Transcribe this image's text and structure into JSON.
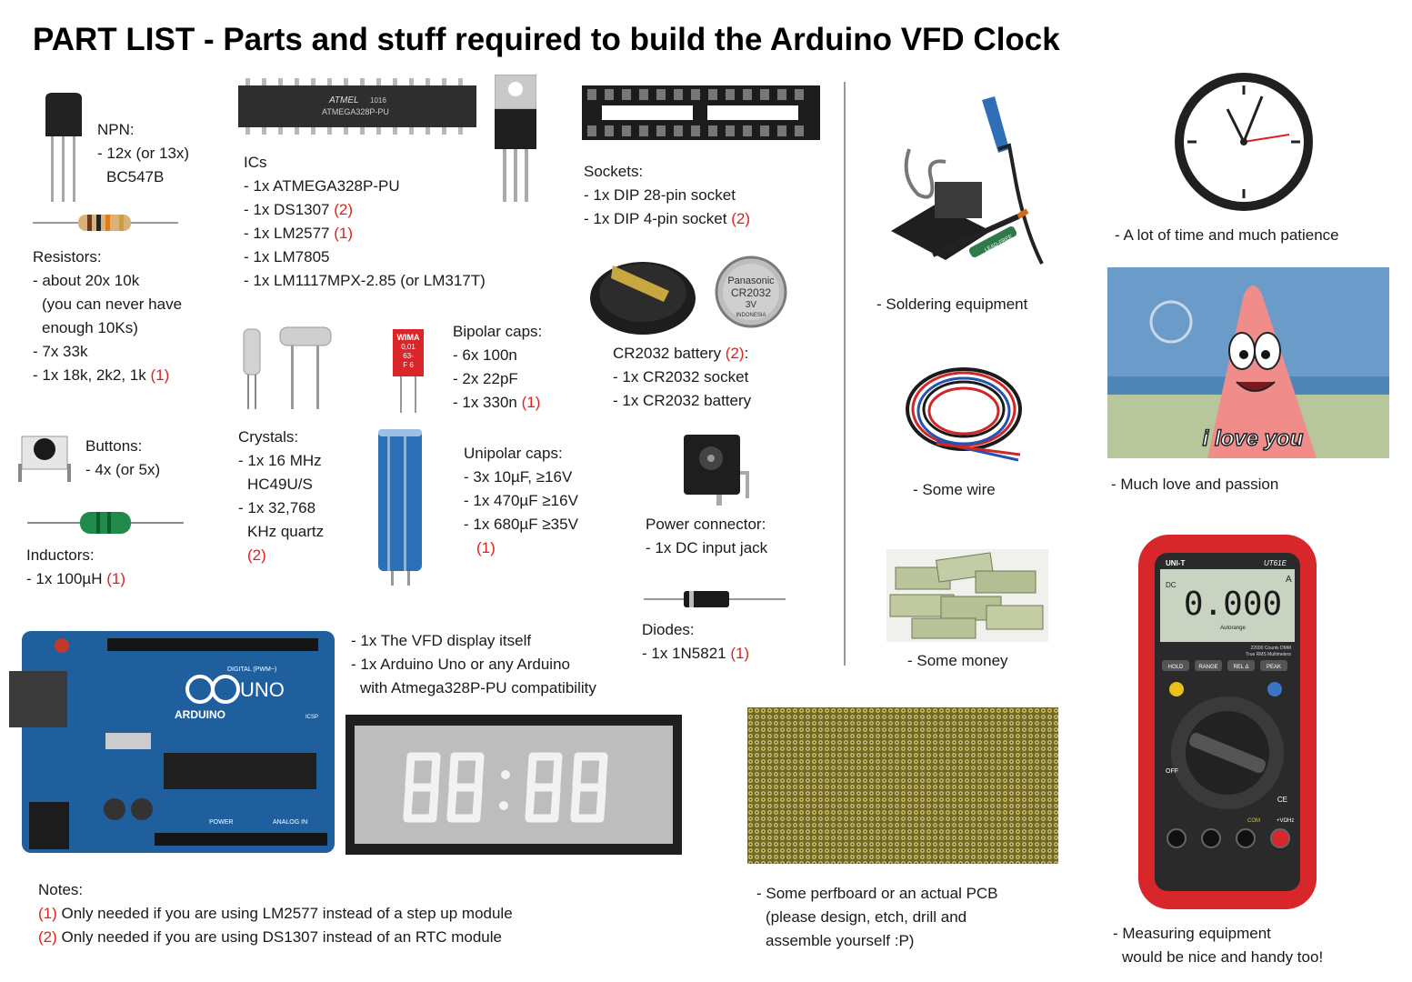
{
  "title": "PART LIST - Parts and stuff required to build the Arduino VFD Clock",
  "npn": {
    "heading": "NPN:",
    "l1": "- 12x (or 13x)",
    "l2": "BC547B"
  },
  "ics": {
    "heading": "ICs",
    "l1": "- 1x ATMEGA328P-PU",
    "l2": "- 1x DS1307 ",
    "l2n": "(2)",
    "l3": "- 1x LM2577 ",
    "l3n": "(1)",
    "l4": "- 1x LM7805",
    "l5": "- 1x LM1117MPX-2.85 (or LM317T)",
    "chip_brand": "ATMEL",
    "chip_part": "ATMEGA328P-PU",
    "chip_code": "1016"
  },
  "sockets": {
    "heading": "Sockets:",
    "l1": "- 1x DIP 28-pin socket",
    "l2": "- 1x DIP 4-pin socket ",
    "l2n": "(2)"
  },
  "resistors": {
    "heading": "Resistors:",
    "l1": "- about 20x 10k",
    "l2": "(you can never have",
    "l3": "enough 10Ks)",
    "l4": "- 7x 33k",
    "l5": "- 1x 18k, 2k2, 1k ",
    "l5n": "(1)"
  },
  "bipolar": {
    "heading": "Bipolar caps:",
    "l1": "- 6x 100n",
    "l2": "- 2x 22pF",
    "l3": "- 1x 330n ",
    "l3n": "(1)",
    "cap_l1": "WIMA",
    "cap_l2": "0,01",
    "cap_l3": "63-",
    "cap_l4": "F 6"
  },
  "battery": {
    "heading": "CR2032 battery ",
    "headingn": "(2)",
    "colon": ":",
    "l1": "- 1x CR2032 socket",
    "l2": "- 1x CR2032 battery",
    "cell_brand": "Panasonic",
    "cell_model": "CR2032",
    "cell_volt": "3V",
    "cell_origin": "INDONESIA"
  },
  "buttons": {
    "heading": "Buttons:",
    "l1": "- 4x (or 5x)"
  },
  "crystals": {
    "heading": "Crystals:",
    "l1": "- 1x 16 MHz",
    "l2": "HC49U/S",
    "l3": "- 1x 32,768",
    "l4": "KHz quartz",
    "l5n": "(2)"
  },
  "unipolar": {
    "heading": "Unipolar caps:",
    "l1": "- 3x 10µF, ≥16V",
    "l2": "- 1x 470µF ≥16V",
    "l3": "- 1x 680µF ≥35V",
    "l4n": "(1)"
  },
  "power": {
    "heading": "Power connector:",
    "l1": "- 1x DC input jack"
  },
  "inductors": {
    "heading": "Inductors:",
    "l1": "- 1x 100µH ",
    "l1n": "(1)"
  },
  "diodes": {
    "heading": "Diodes:",
    "l1": "- 1x 1N5821 ",
    "l1n": "(1)"
  },
  "display": {
    "l1": "- 1x The VFD display itself",
    "l2": "- 1x Arduino Uno or any Arduino",
    "l3": "with Atmega328P-PU compatibility"
  },
  "arduino": {
    "uno": "UNO",
    "brand": "ARDUINO",
    "digital": "DIGITAL (PWM~)",
    "power": "POWER",
    "analog": "ANALOG IN",
    "icsp": "ICSP"
  },
  "notes": {
    "heading": "Notes:",
    "n1": "(1)",
    "t1": " Only needed if you are using LM2577 instead of a step up module",
    "n2": "(2)",
    "t2": " Only needed if you are using DS1307 instead of an RTC module"
  },
  "right": {
    "soldering": "- Soldering equipment",
    "solder_label": "LEAD-FREE",
    "wire": "- Some wire",
    "money": "- Some money",
    "time": "- A lot of time and much patience",
    "love": "- Much love and passion",
    "meme_caption": "i love you",
    "perf1": "- Some perfboard or an actual PCB",
    "perf2": "(please design, etch, drill and",
    "perf3": "assemble yourself :P)",
    "meas1": "- Measuring equipment",
    "meas2": "would be nice and handy too!"
  },
  "multimeter": {
    "brand": "UNI-T",
    "model": "UT61E",
    "reading": "0.000",
    "unit": "A",
    "mode": "DC",
    "autorange": "Autorange",
    "counts": "22000 Counts DMM",
    "trms": "True RMS Multimeters",
    "b1": "HOLD",
    "b2": "RANGE",
    "b3": "REL Δ",
    "b4": "PEAK",
    "off": "OFF",
    "com": "COM",
    "vohm": "+VΩHz",
    "ce": "CE"
  },
  "colors": {
    "accent_red": "#e0201a",
    "board_blue": "#1f5f9e",
    "perf_green": "#6d6a2e"
  }
}
